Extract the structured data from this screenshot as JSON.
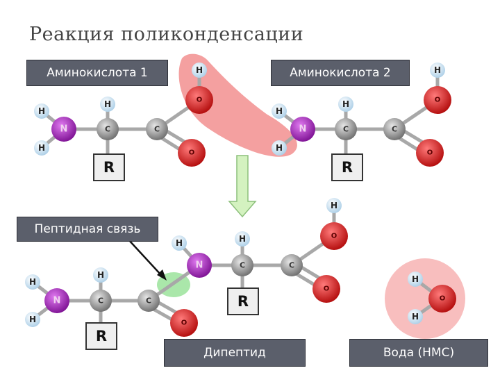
{
  "title": "Реакция поликонденсации",
  "labels": {
    "amino_acid_1": "Аминокислота 1",
    "amino_acid_2": "Аминокислота 2",
    "peptide_bond": "Пептидная связь",
    "dipeptide": "Дипептид",
    "water": "Вода (НМС)"
  },
  "atoms": {
    "hydrogen": "H",
    "nitrogen": "N",
    "carbon": "C",
    "oxygen": "O",
    "radical": "R"
  },
  "colors": {
    "label_bg": "#5b5f6b",
    "hydrogen": "#cfe6f5",
    "nitrogen": "#9a1cb0",
    "carbon": "#8c8c8c",
    "oxygen": "#e01818",
    "highlight_red": "#f08080",
    "peptide_bond_highlight": "#9be39b",
    "arrow_green": "#c8f0b4"
  }
}
